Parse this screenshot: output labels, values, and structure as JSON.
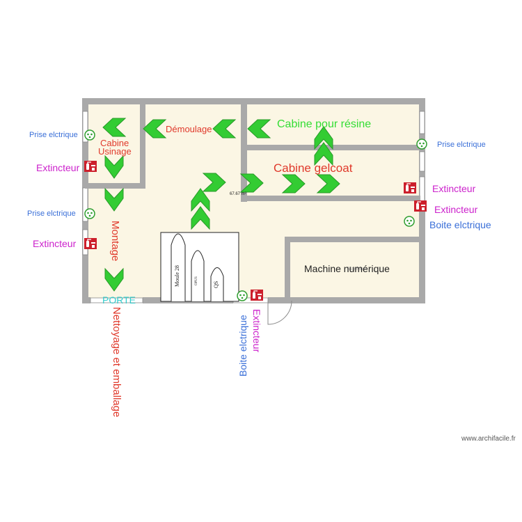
{
  "colors": {
    "wall": "#a9a9a9",
    "floor": "#fbf6e4",
    "arrow_fill": "#33cc33",
    "arrow_edge": "#279927",
    "room_label_red": "#e0392b",
    "room_label_green": "#33dd33",
    "electric_blue": "#3a6fd8",
    "extinguisher_magenta": "#cc22cc",
    "door_cyan": "#33cccc",
    "extinguisher_icon": "#cc1f2b"
  },
  "rooms": {
    "cabine_usinage_line1": "Cabine",
    "cabine_usinage_line2": "Usinage",
    "demoulage": "Démoulage",
    "cabine_resine": "Cabine pour résine",
    "cabine_gelcoat": "Cabine gelcoat",
    "area_label": "67.67 m²",
    "montage": "Montage",
    "machine_numerique": "Machine numérique",
    "machine_numerique_ghost": "Machine"
  },
  "molds": {
    "mold1": "Moule 28",
    "mold2": "OPUS",
    "mold3": "QS"
  },
  "exterior": {
    "porte": "PORTE",
    "nettoyage": "Nettoyage et emballage"
  },
  "equipment": {
    "prise_left_top": "Prise elctrique",
    "prise_left_bottom": "Prise elctrique",
    "prise_right": "Prise elctrique",
    "extincteur_left_top": "Extincteur",
    "extincteur_left_bottom": "Extincteur",
    "extincteur_right_top": "Extincteur",
    "extincteur_right_bottom": "Extincteur",
    "extincteur_bottom": "Extincteur",
    "boite_right": "Boite elctrique",
    "boite_bottom": "Boite elctrique"
  },
  "icons": {
    "socket": "electrical-socket-icon",
    "extinguisher": "fire-extinguisher-icon",
    "arrow": "flow-arrow-icon"
  },
  "watermark": "www.archifacile.fr"
}
